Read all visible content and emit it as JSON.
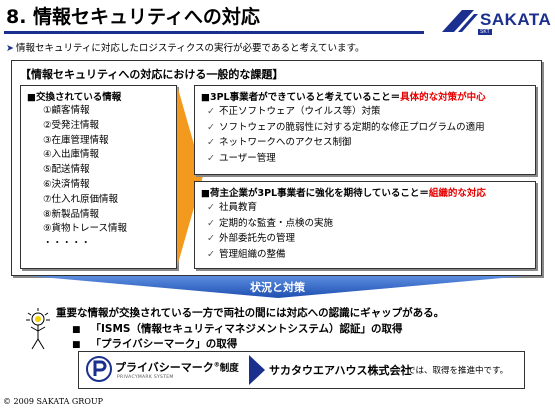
{
  "header": {
    "title": "8. 情報セキュリティへの対応",
    "logo_text": "SAKATA",
    "logo_sub": "SKT"
  },
  "intro": "情報セキュリティに対応したロジスティクスの実行が必要であると考えています。",
  "main_box": {
    "title": "【情報セキュリティへの対応における一般的な課題】",
    "left": {
      "heading": "■交換されている情報",
      "items": [
        "①顧客情報",
        "②受発注情報",
        "③在庫管理情報",
        "④入出庫情報",
        "⑤配送情報",
        "⑥決済情報",
        "⑦仕入れ原価情報",
        "⑧新製品情報",
        "⑨貨物トレース情報",
        "・・・・・"
      ]
    },
    "right_top": {
      "heading": "■3PL事業者ができていると考えていること＝",
      "heading_red": "具体的な対策が中心",
      "items": [
        "不正ソフトウェア（ウイルス等）対策",
        "ソフトウェアの脆弱性に対する定期的な修正プログラムの適用",
        "ネットワークへのアクセス制御",
        "ユーザー管理"
      ]
    },
    "right_bottom": {
      "heading": "■荷主企業が3PL事業者に強化を期待していること＝",
      "heading_red": "組織的な対応",
      "items": [
        "社員教育",
        "定期的な監査・点検の実施",
        "外部委託先の管理",
        "管理組織の整備"
      ]
    }
  },
  "banner": "状況と対策",
  "key_message": "重要な情報が交換されている一方で両社の間には対応への認識にギャップがある。",
  "sub_items": [
    "「ISMS（情報セキュリティマネジメントシステム）認証」の取得",
    "「プライバシーマーク」の取得"
  ],
  "sub_marker": "■",
  "check_mark": "✓",
  "privacy": {
    "label": "プライバシーマーク",
    "suffix": "制度",
    "sup": "®",
    "sub_caption": "PRIVACYMARK SYSTEM",
    "company": "サカタウエアハウス株式会社",
    "company_suffix": "では、取得を推進中です。"
  },
  "copyright": "© 2009 SAKATA GROUP",
  "colors": {
    "accent_blue": "#1b2f8f",
    "orange": "#f39a1e",
    "red": "#e60000",
    "banner_blue": "#2a64c8"
  }
}
